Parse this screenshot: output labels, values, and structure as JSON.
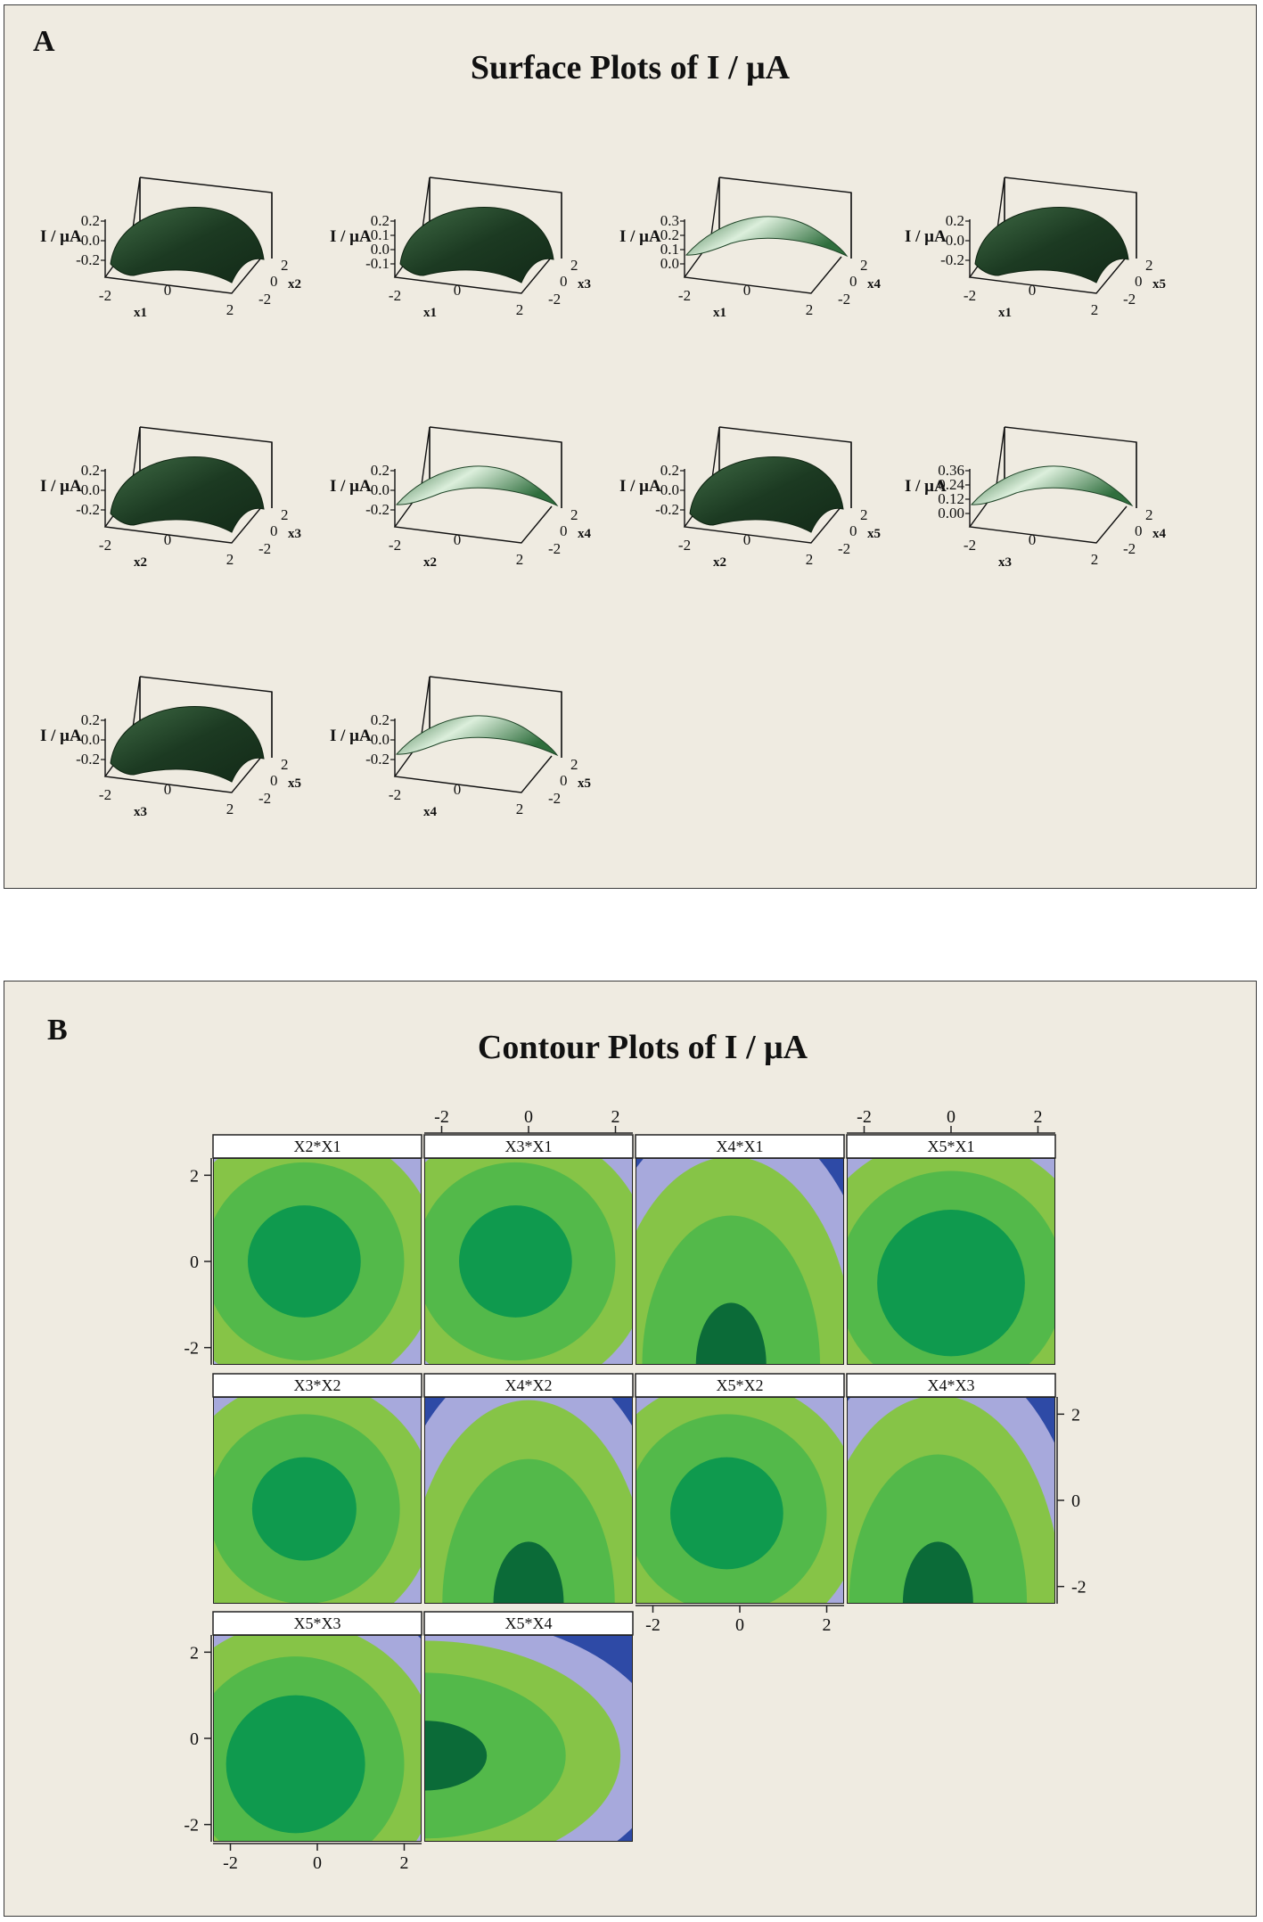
{
  "panel_a": {
    "label": "A",
    "title": "Surface Plots of  I / μA"
  },
  "panel_b": {
    "label": "B",
    "title": "Contour Plots of I / μA"
  },
  "chart_data": [
    {
      "type": "surface",
      "title": "Surface Plots of  I / μA",
      "zlabel": "I / μA",
      "x_ticks": [
        "-2",
        "0",
        "2"
      ],
      "y_ticks": [
        "2",
        "0",
        "-2"
      ],
      "plots": [
        {
          "xlabel": "x1",
          "ylabel": "x2",
          "z_ticks": [
            "0.2",
            "0.0",
            "-0.2"
          ],
          "z_range": [
            -0.2,
            0.2
          ],
          "shape": "dome"
        },
        {
          "xlabel": "x1",
          "ylabel": "x3",
          "z_ticks": [
            "0.2",
            "0.1",
            "0.0",
            "-0.1"
          ],
          "z_range": [
            -0.1,
            0.2
          ],
          "shape": "dome"
        },
        {
          "xlabel": "x1",
          "ylabel": "x4",
          "z_ticks": [
            "0.3",
            "0.2",
            "0.1",
            "0.0"
          ],
          "z_range": [
            0.0,
            0.3
          ],
          "shape": "ridge"
        },
        {
          "xlabel": "x1",
          "ylabel": "x5",
          "z_ticks": [
            "0.2",
            "0.0",
            "-0.2"
          ],
          "z_range": [
            -0.2,
            0.2
          ],
          "shape": "dome"
        },
        {
          "xlabel": "x2",
          "ylabel": "x3",
          "z_ticks": [
            "0.2",
            "0.0",
            "-0.2"
          ],
          "z_range": [
            -0.2,
            0.2
          ],
          "shape": "dome"
        },
        {
          "xlabel": "x2",
          "ylabel": "x4",
          "z_ticks": [
            "0.2",
            "0.0",
            "-0.2"
          ],
          "z_range": [
            -0.2,
            0.2
          ],
          "shape": "ridge"
        },
        {
          "xlabel": "x2",
          "ylabel": "x5",
          "z_ticks": [
            "0.2",
            "0.0",
            "-0.2"
          ],
          "z_range": [
            -0.2,
            0.2
          ],
          "shape": "dome"
        },
        {
          "xlabel": "x3",
          "ylabel": "x4",
          "z_ticks": [
            "0.36",
            "0.24",
            "0.12",
            "0.00"
          ],
          "z_range": [
            0.0,
            0.36
          ],
          "shape": "ridge"
        },
        {
          "xlabel": "x3",
          "ylabel": "x5",
          "z_ticks": [
            "0.2",
            "0.0",
            "-0.2"
          ],
          "z_range": [
            -0.2,
            0.2
          ],
          "shape": "dome"
        },
        {
          "xlabel": "x4",
          "ylabel": "x5",
          "z_ticks": [
            "0.2",
            "0.0",
            "-0.2"
          ],
          "z_range": [
            -0.2,
            0.2
          ],
          "shape": "ridge"
        }
      ]
    },
    {
      "type": "contour",
      "title": "Contour Plots of I / μA",
      "x_range": [
        -2.4,
        2.4
      ],
      "y_range": [
        -2.4,
        2.4
      ],
      "tick_values": [
        -2,
        0,
        2
      ],
      "tick_labels": [
        "-2",
        "0",
        "2"
      ],
      "level_colors": [
        "#2e4aa6",
        "#a7a9dc",
        "#86c447",
        "#53b94a",
        "#0f9a4e",
        "#0b6b38"
      ],
      "panels": [
        {
          "label": "X2*X1",
          "row": 0,
          "col": 0,
          "center": [
            -0.3,
            0.0
          ],
          "radii": [
            1.3,
            2.3,
            3.1,
            3.9
          ],
          "shape": "circle"
        },
        {
          "label": "X3*X1",
          "row": 0,
          "col": 1,
          "center": [
            -0.3,
            0.0
          ],
          "radii": [
            1.3,
            2.3,
            3.1,
            3.9
          ],
          "shape": "circle"
        },
        {
          "label": "X4*X1",
          "row": 0,
          "col": 2,
          "center": [
            -0.2,
            -2.4
          ],
          "radii": [
            1.0,
            3.3,
            4.6,
            5.6
          ],
          "shape": "ridge"
        },
        {
          "label": "X5*X1",
          "row": 0,
          "col": 3,
          "center": [
            0.0,
            -0.5
          ],
          "radii": [
            1.7,
            2.6,
            3.4,
            4.1
          ],
          "shape": "circle"
        },
        {
          "label": "X3*X2",
          "row": 1,
          "col": 0,
          "center": [
            -0.3,
            -0.2
          ],
          "radii": [
            1.2,
            2.2,
            3.0,
            3.8
          ],
          "shape": "circle"
        },
        {
          "label": "X4*X2",
          "row": 1,
          "col": 1,
          "center": [
            0.0,
            -2.4
          ],
          "radii": [
            1.0,
            3.2,
            4.5,
            5.5
          ],
          "shape": "ridge"
        },
        {
          "label": "X5*X2",
          "row": 1,
          "col": 2,
          "center": [
            -0.3,
            -0.3
          ],
          "radii": [
            1.3,
            2.3,
            3.1,
            3.8
          ],
          "shape": "circle"
        },
        {
          "label": "X4*X3",
          "row": 1,
          "col": 3,
          "center": [
            -0.3,
            -2.4
          ],
          "radii": [
            1.0,
            3.3,
            4.6,
            5.6
          ],
          "shape": "ridge"
        },
        {
          "label": "X5*X3",
          "row": 2,
          "col": 0,
          "center": [
            -0.5,
            -0.6
          ],
          "radii": [
            1.6,
            2.5,
            3.3,
            4.1
          ],
          "shape": "circle"
        },
        {
          "label": "X5*X4",
          "row": 2,
          "col": 1,
          "center": [
            -2.4,
            -0.4
          ],
          "radii": [
            1.1,
            3.1,
            4.3,
            5.3
          ],
          "shape": "ridge_h"
        }
      ]
    }
  ]
}
